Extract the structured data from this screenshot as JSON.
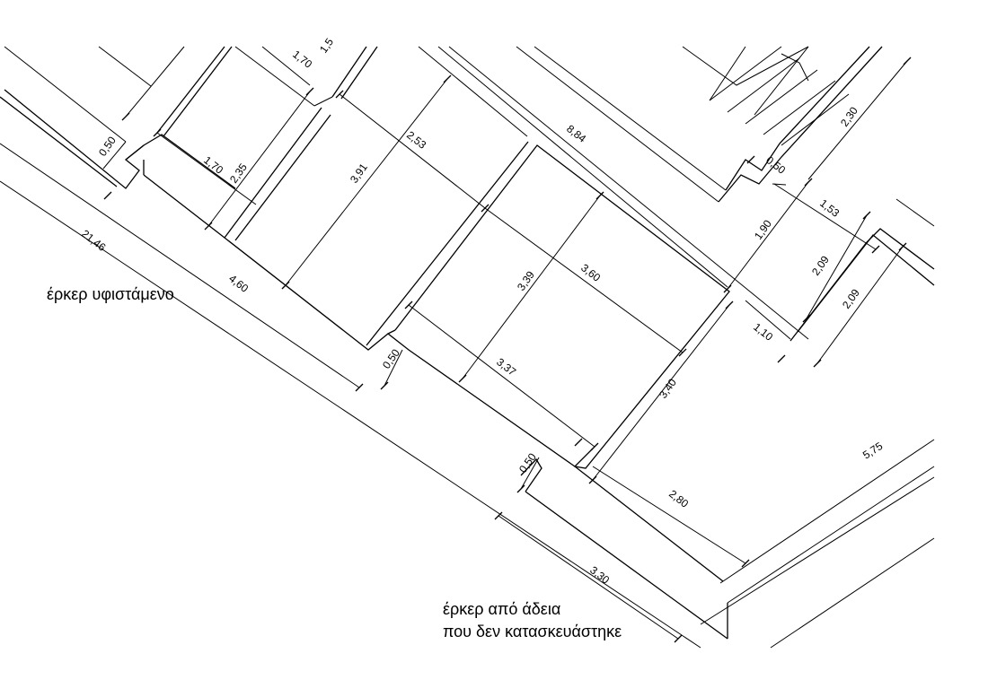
{
  "notes": {
    "existing_bay": "έρκερ υφιστάμενο",
    "permit_bay_line1": "έρκερ από άδεια",
    "permit_bay_line2": "που δεν κατασκευάστηκε"
  },
  "dimensions": {
    "d_1_70_top": "1,70",
    "d_1_5_top": "1,5",
    "d_0_50_a": "0,50",
    "d_1_70": "1,70",
    "d_2_35": "2,35",
    "d_3_91": "3,91",
    "d_2_53": "2,53",
    "d_8_84": "8,84",
    "d_2_30": "2,30",
    "d_0_50_b": "0,50",
    "d_1_53": "1,53",
    "d_1_90": "1,90",
    "d_2_09_a": "2,09",
    "d_2_09_b": "2,09",
    "d_3_39": "3,39",
    "d_3_60": "3,60",
    "d_21_46": "21,46",
    "d_4_60": "4,60",
    "d_0_50_c": "0,50",
    "d_1_10": "1,10",
    "d_3_37": "3,37",
    "d_3_40": "3,40",
    "d_0_50_d": "0,50",
    "d_2_80": "2,80",
    "d_5_75": "5,75",
    "d_3_30": "3,30"
  }
}
